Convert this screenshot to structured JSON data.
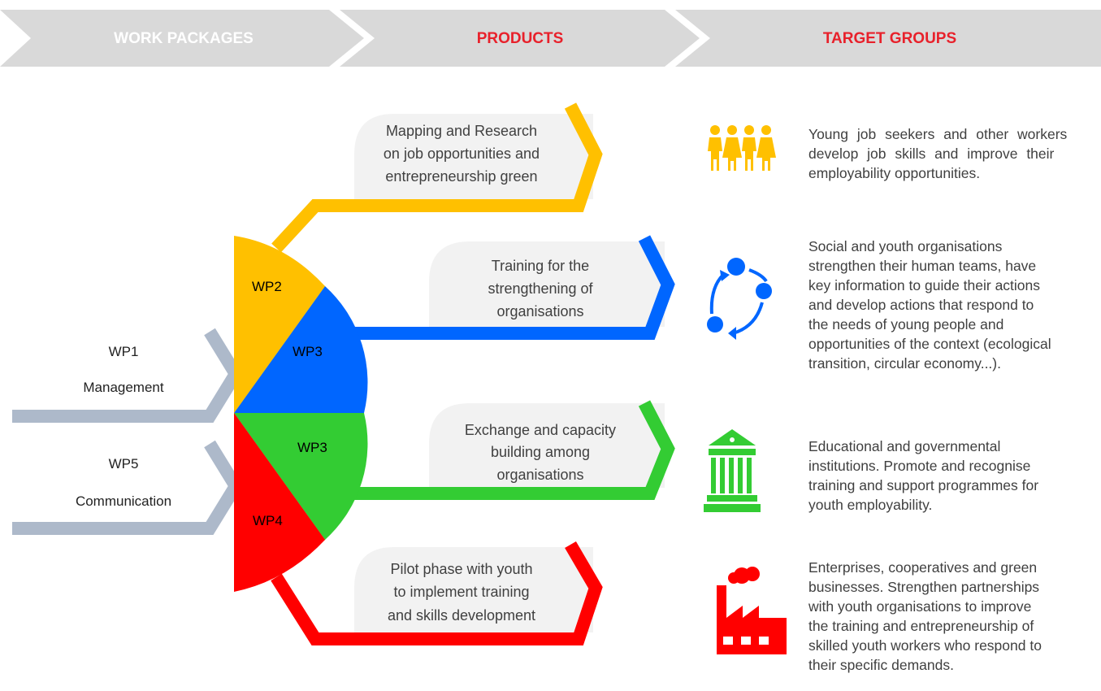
{
  "header": {
    "col1": "WORK PACKAGES",
    "col2": "PRODUCTS",
    "col3": "TARGET GROUPS"
  },
  "work_packages": {
    "wp1": {
      "code": "WP1",
      "name": "Management"
    },
    "wp5": {
      "code": "WP5",
      "name": "Communication"
    },
    "segments": {
      "wp2": "WP2",
      "wp3a": "WP3",
      "wp3b": "WP3",
      "wp4": "WP4"
    }
  },
  "products": [
    {
      "lines": [
        "Mapping and Research",
        "on job opportunities and",
        "entrepreneurship green"
      ]
    },
    {
      "lines": [
        "Training for the",
        "strengthening of",
        "organisations"
      ]
    },
    {
      "lines": [
        "Exchange and capacity",
        "building among",
        "organisations"
      ]
    },
    {
      "lines": [
        "Pilot phase with youth",
        "to implement training",
        "and skills development"
      ]
    }
  ],
  "target_groups": [
    {
      "icon": "people-group-icon",
      "lines": [
        "Young job seekers and other workers",
        "develop job skills and improve their",
        "employability opportunities."
      ]
    },
    {
      "icon": "cycle-network-icon",
      "lines": [
        "Social and youth organisations",
        "strengthen their human teams, have",
        "key information to guide their actions",
        "and develop actions that respond to",
        "the needs of young people and",
        "opportunities of the context (ecological",
        "transition, circular economy...)."
      ]
    },
    {
      "icon": "institution-building-icon",
      "lines": [
        "Educational and governmental",
        "institutions. Promote and recognise",
        "training and support programmes for",
        "youth employability."
      ]
    },
    {
      "icon": "factory-icon",
      "lines": [
        "Enterprises, cooperatives and green",
        "businesses. Strengthen partnerships",
        "with youth organisations to improve",
        "the training and entrepreneurship of",
        "skilled youth workers who respond to",
        "their specific demands."
      ]
    }
  ],
  "colors": {
    "header_fill": "#d9d9d9",
    "header_text_grey": "#ffffff",
    "header_text_red": "#e8212b",
    "wp2": "#ffc000",
    "wp3_blue": "#0066ff",
    "wp3_green": "#33cc33",
    "wp4": "#ff0000",
    "chevron_side": "#adb9ca",
    "product_box": "#f2f2f2",
    "icon_yellow": "#ffc000",
    "icon_blue": "#0066ff",
    "icon_green": "#33cc33",
    "icon_red": "#ff0000"
  }
}
